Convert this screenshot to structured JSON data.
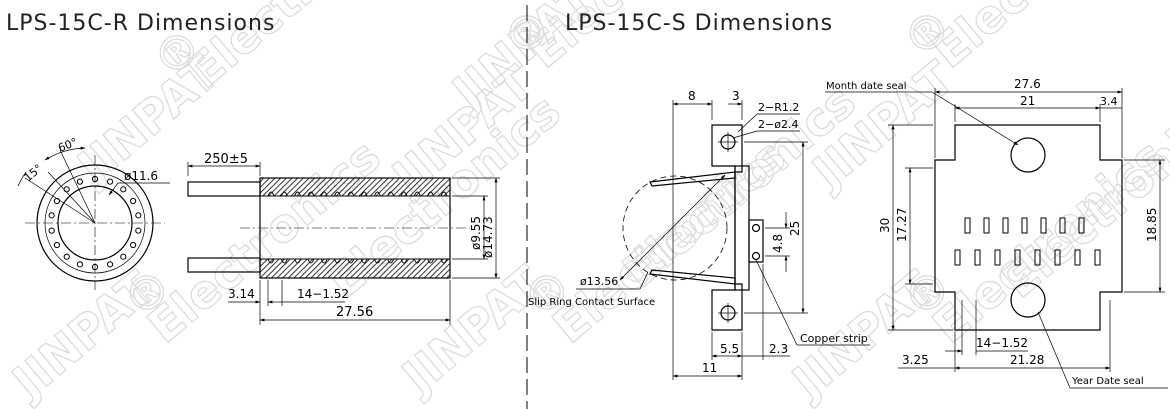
{
  "titles": {
    "left": "LPS-15C-R  Dimensions",
    "right": "LPS-15C-S  Dimensions"
  },
  "watermark": {
    "brand": "JINPAT",
    "registered": "®",
    "company": "Electronics"
  },
  "left_view": {
    "angle_60": "60°",
    "angle_15": "15°",
    "bore_dia": "ø11.6",
    "lead_length": "250±5",
    "inner_dia": "ø9.55",
    "outer_dia": "ø14.73",
    "left_offset": "3.14",
    "ring_pitch": "14−1.52",
    "total_length": "27.56"
  },
  "right_view": {
    "circle_dia": "ø13.56",
    "contact_surface": "Slip Ring Contact Surface",
    "dim_8": "8",
    "dim_3": "3",
    "radius": "2−R1.2",
    "hole_dia": "2−ø2.4",
    "height_25": "25",
    "height_4_8": "4.8",
    "dim_5_5": "5.5",
    "dim_2_3": "2.3",
    "dim_11": "11",
    "copper_strip": "Copper strip",
    "month_seal": "Month date seal",
    "width_27_6": "27.6",
    "width_21": "21",
    "width_3_4": "3.4",
    "height_30": "30",
    "height_17_27": "17.27",
    "height_18_85": "18.85",
    "pitch": "14−1.52",
    "offset_3_25": "3.25",
    "width_21_28": "21.28",
    "year_seal": "Year Date seal"
  }
}
